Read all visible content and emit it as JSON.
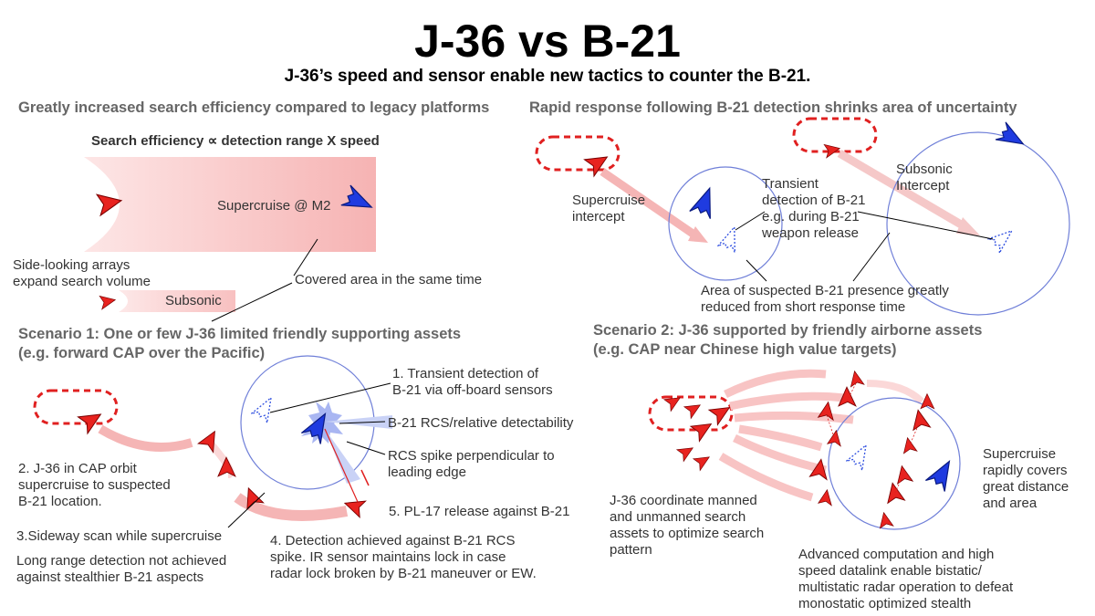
{
  "title": "J-36 vs B-21",
  "subtitle": "J-36’s speed and sensor enable new tactics to counter the B-21.",
  "colors": {
    "j36_red": "#e8231f",
    "b21_blue": "#1f3be0",
    "sweep_pink": "#f8c4c4",
    "orbit_red": "#e02020",
    "circle_blue": "#6f7fd8",
    "heading_gray": "#666666"
  },
  "icons": {
    "j36": "red-delta-fighter-icon",
    "b21": "blue-flying-wing-bomber-icon",
    "b21_suspected": "dotted-flying-wing-outline-icon"
  },
  "panel_search": {
    "heading": "Greatly increased search efficiency compared to legacy platforms",
    "formula": "Search efficiency ∝ detection range X speed",
    "supercruise_label": "Supercruise @ M2",
    "side_arrays_label": "Side-looking arrays\nexpand search volume",
    "covered_area_label": "Covered area in the same time",
    "subsonic_label": "Subsonic"
  },
  "panel_response": {
    "heading": "Rapid response following B-21 detection shrinks area of uncertainty",
    "supercruise_intercept": "Supercruise\nintercept",
    "transient_detection": "Transient\ndetection of B-21\ne.g. during B-21\nweapon release",
    "subsonic_intercept": "Subsonic\nIntercept",
    "area_label": "Area of suspected B-21 presence greatly\nreduced from short response time"
  },
  "scenario1": {
    "heading": "Scenario 1: One or few J-36 limited friendly supporting assets\n(e.g. forward CAP over the Pacific)",
    "step1": "1. Transient detection of\nB-21 via off-board sensors",
    "rcs_label": "B-21 RCS/relative detectability",
    "rcs_spike": "RCS spike perpendicular to\nleading edge",
    "step2": "2. J-36 in CAP orbit\nsupercruise to suspected\nB-21 location.",
    "step3": "3.Sideway scan while supercruise",
    "long_range": "Long range detection not achieved\nagainst stealthier B-21 aspects",
    "step4": "4. Detection achieved against B-21 RCS\nspike. IR sensor maintains lock in case\nradar lock broken by B-21 maneuver or EW.",
    "step5": "5. PL-17 release against B-21"
  },
  "scenario2": {
    "heading": "Scenario 2: J-36 supported by friendly airborne assets\n(e.g. CAP near Chinese high value targets)",
    "coordinate": "J-36 coordinate manned\nand unmanned search\nassets to optimize search\npattern",
    "supercruise": "Supercruise\nrapidly covers\ngreat distance\nand area",
    "computation": "Advanced computation and high\nspeed datalink enable bistatic/\nmultistatic radar operation to defeat\nmonostatic optimized stealth"
  }
}
